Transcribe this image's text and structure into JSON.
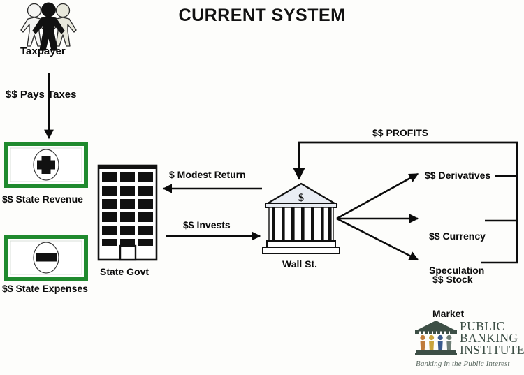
{
  "title": "CURRENT SYSTEM",
  "nodes": {
    "taxpayer": "Taxpayer",
    "state_revenue": "$$ State Revenue",
    "state_expenses": "$$ State Expenses",
    "state_govt": "State Govt",
    "wall_st": "Wall St.",
    "derivatives": "$$ Derivatives",
    "currency_speculation_line1": "$$ Currency",
    "currency_speculation_line2": "Speculation",
    "stock_market_line1": "$$ Stock",
    "stock_market_line2": "Market"
  },
  "edges": {
    "pays_taxes": "$$ Pays Taxes",
    "modest_return": "$ Modest Return",
    "invests": "$$ Invests",
    "profits": "$$ PROFITS"
  },
  "symbols": {
    "plus": "+",
    "minus": "−",
    "dollar": "$"
  },
  "logo": {
    "line1": "PUBLIC",
    "line2": "BANKING",
    "line3": "INSTITUTE",
    "tagline": "Banking in the Public Interest"
  },
  "colors": {
    "accent_green": "#1f8a2e",
    "ink": "#0b0b0b",
    "background": "#fdfdfb",
    "logo_green": "#3d4f46",
    "figure_orange": "#c07b3a",
    "figure_gold": "#c9a33b",
    "figure_blue": "#3a5a8c",
    "figure_gray": "#6f7f76",
    "building_fill": "#e9edf4"
  }
}
